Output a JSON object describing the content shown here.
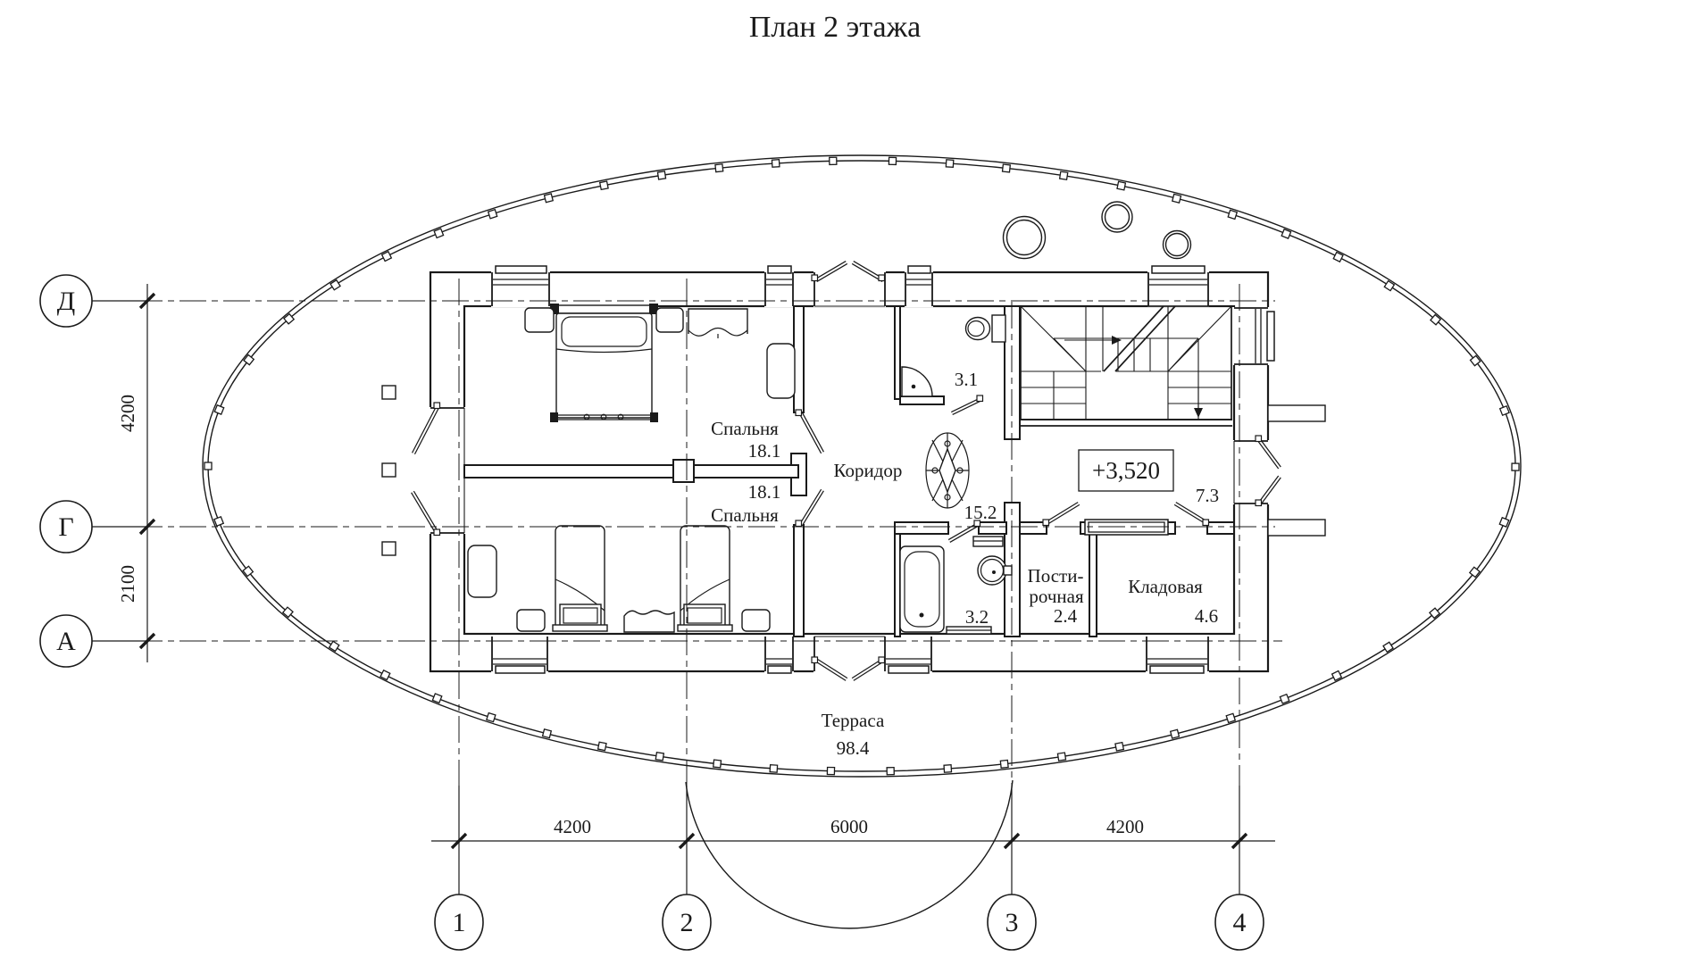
{
  "title": "План 2 этажа",
  "colors": {
    "ink": "#1a1a1a",
    "paper": "#ffffff"
  },
  "axes": {
    "h": [
      {
        "label": "Д"
      },
      {
        "label": "Г"
      },
      {
        "label": "А"
      }
    ],
    "v": [
      {
        "label": "1"
      },
      {
        "label": "2"
      },
      {
        "label": "3"
      },
      {
        "label": "4"
      }
    ]
  },
  "dims": {
    "left": [
      "4200",
      "2100"
    ],
    "bottom": [
      "4200",
      "6000",
      "4200"
    ]
  },
  "rooms": {
    "bedroom_top": {
      "name": "Спальня",
      "area": "18.1"
    },
    "bedroom_bottom": {
      "name": "Спальня",
      "area": "18.1"
    },
    "corridor": {
      "name": "Коридор",
      "area": "15.2"
    },
    "bath_top": {
      "area": "3.1"
    },
    "bath_bottom": {
      "area": "3.2"
    },
    "laundry": {
      "name_line1": "Пости-",
      "name_line2": "рочная",
      "area": "2.4"
    },
    "storage": {
      "name": "Кладовая",
      "area": "4.6"
    },
    "stair_hall": {
      "area": "7.3"
    },
    "terrace": {
      "name": "Терраса",
      "area": "98.4"
    }
  },
  "elevation_mark": "+3,520"
}
